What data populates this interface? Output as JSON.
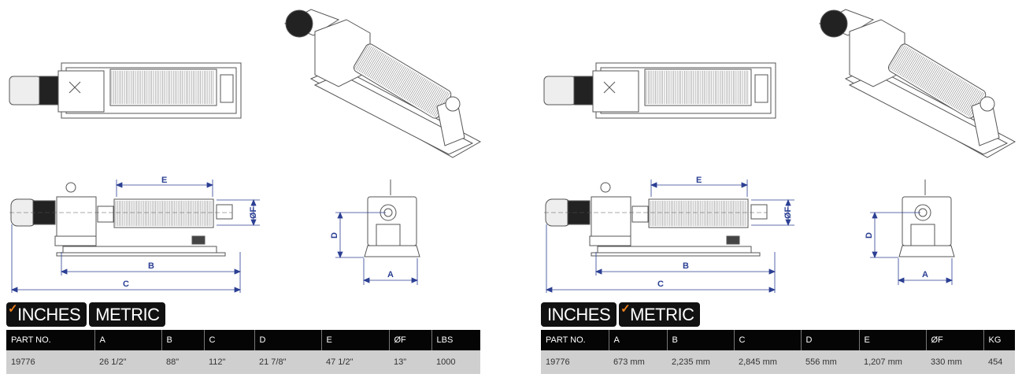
{
  "dimension_labels": {
    "a": "A",
    "b": "B",
    "c": "C",
    "d": "D",
    "e": "E",
    "f": "ØF"
  },
  "panels": [
    {
      "tabs": [
        {
          "label": "INCHES",
          "selected": true
        },
        {
          "label": "METRIC",
          "selected": false
        }
      ],
      "headers": [
        "PART NO.",
        "A",
        "B",
        "C",
        "D",
        "E",
        "ØF",
        "LBS"
      ],
      "row": [
        "19776",
        "26 1/2\"",
        "88\"",
        "112\"",
        "21 7/8\"",
        "47 1/2\"",
        "13\"",
        "1000"
      ]
    },
    {
      "tabs": [
        {
          "label": "INCHES",
          "selected": false
        },
        {
          "label": "METRIC",
          "selected": true
        }
      ],
      "headers": [
        "PART NO.",
        "A",
        "B",
        "C",
        "D",
        "E",
        "ØF",
        "KG"
      ],
      "row": [
        "19776",
        "673 mm",
        "2,235 mm",
        "2,845 mm",
        "556 mm",
        "1,207 mm",
        "330 mm",
        "454"
      ]
    }
  ],
  "colors": {
    "accent": "#f0821e",
    "dimension": "#2b3f93",
    "header": "#050505",
    "row": "#cfcfcf"
  }
}
